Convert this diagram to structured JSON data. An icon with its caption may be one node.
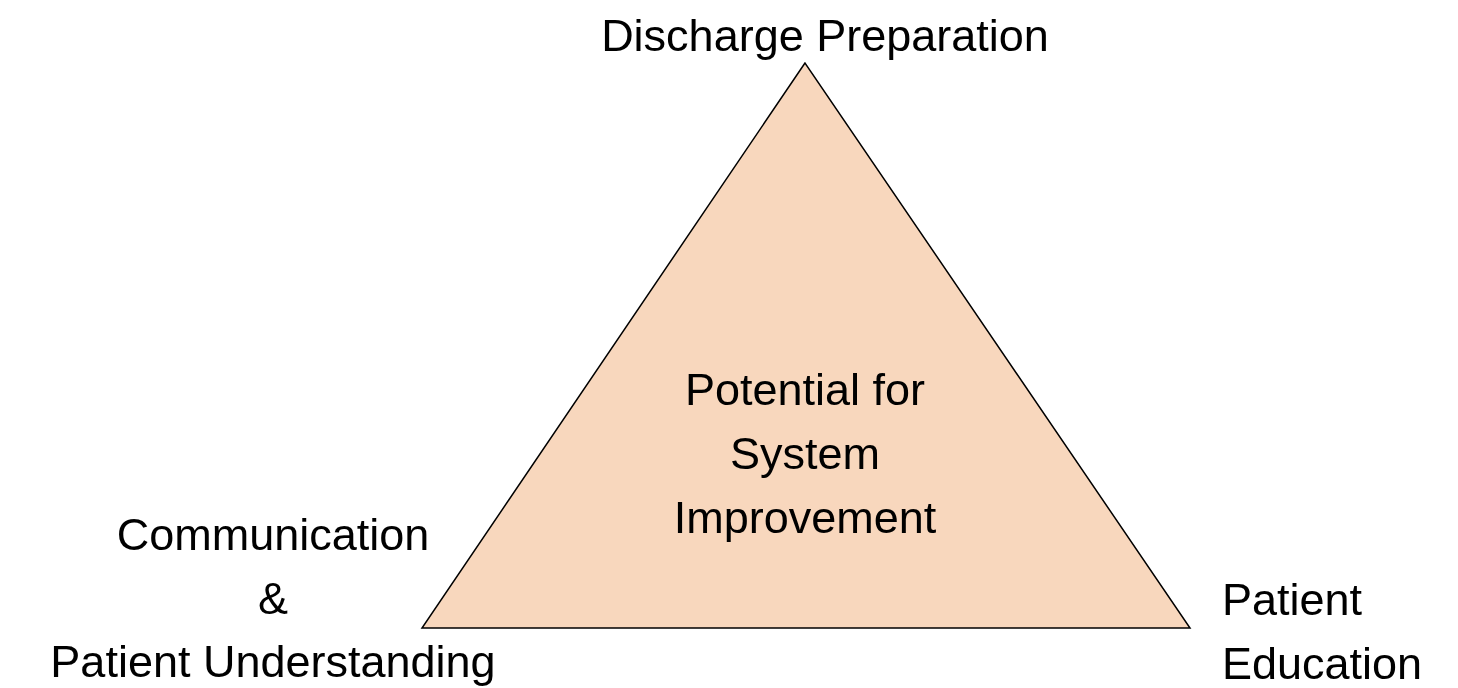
{
  "diagram": {
    "nodes": [
      {
        "text": [
          "Potential for System Improvement"
        ]
      }
    ],
    "labels": [
      "Discharge Preparation",
      "Communication",
      "&",
      "Patient Understanding",
      "Patient Education"
    ]
  }
}
